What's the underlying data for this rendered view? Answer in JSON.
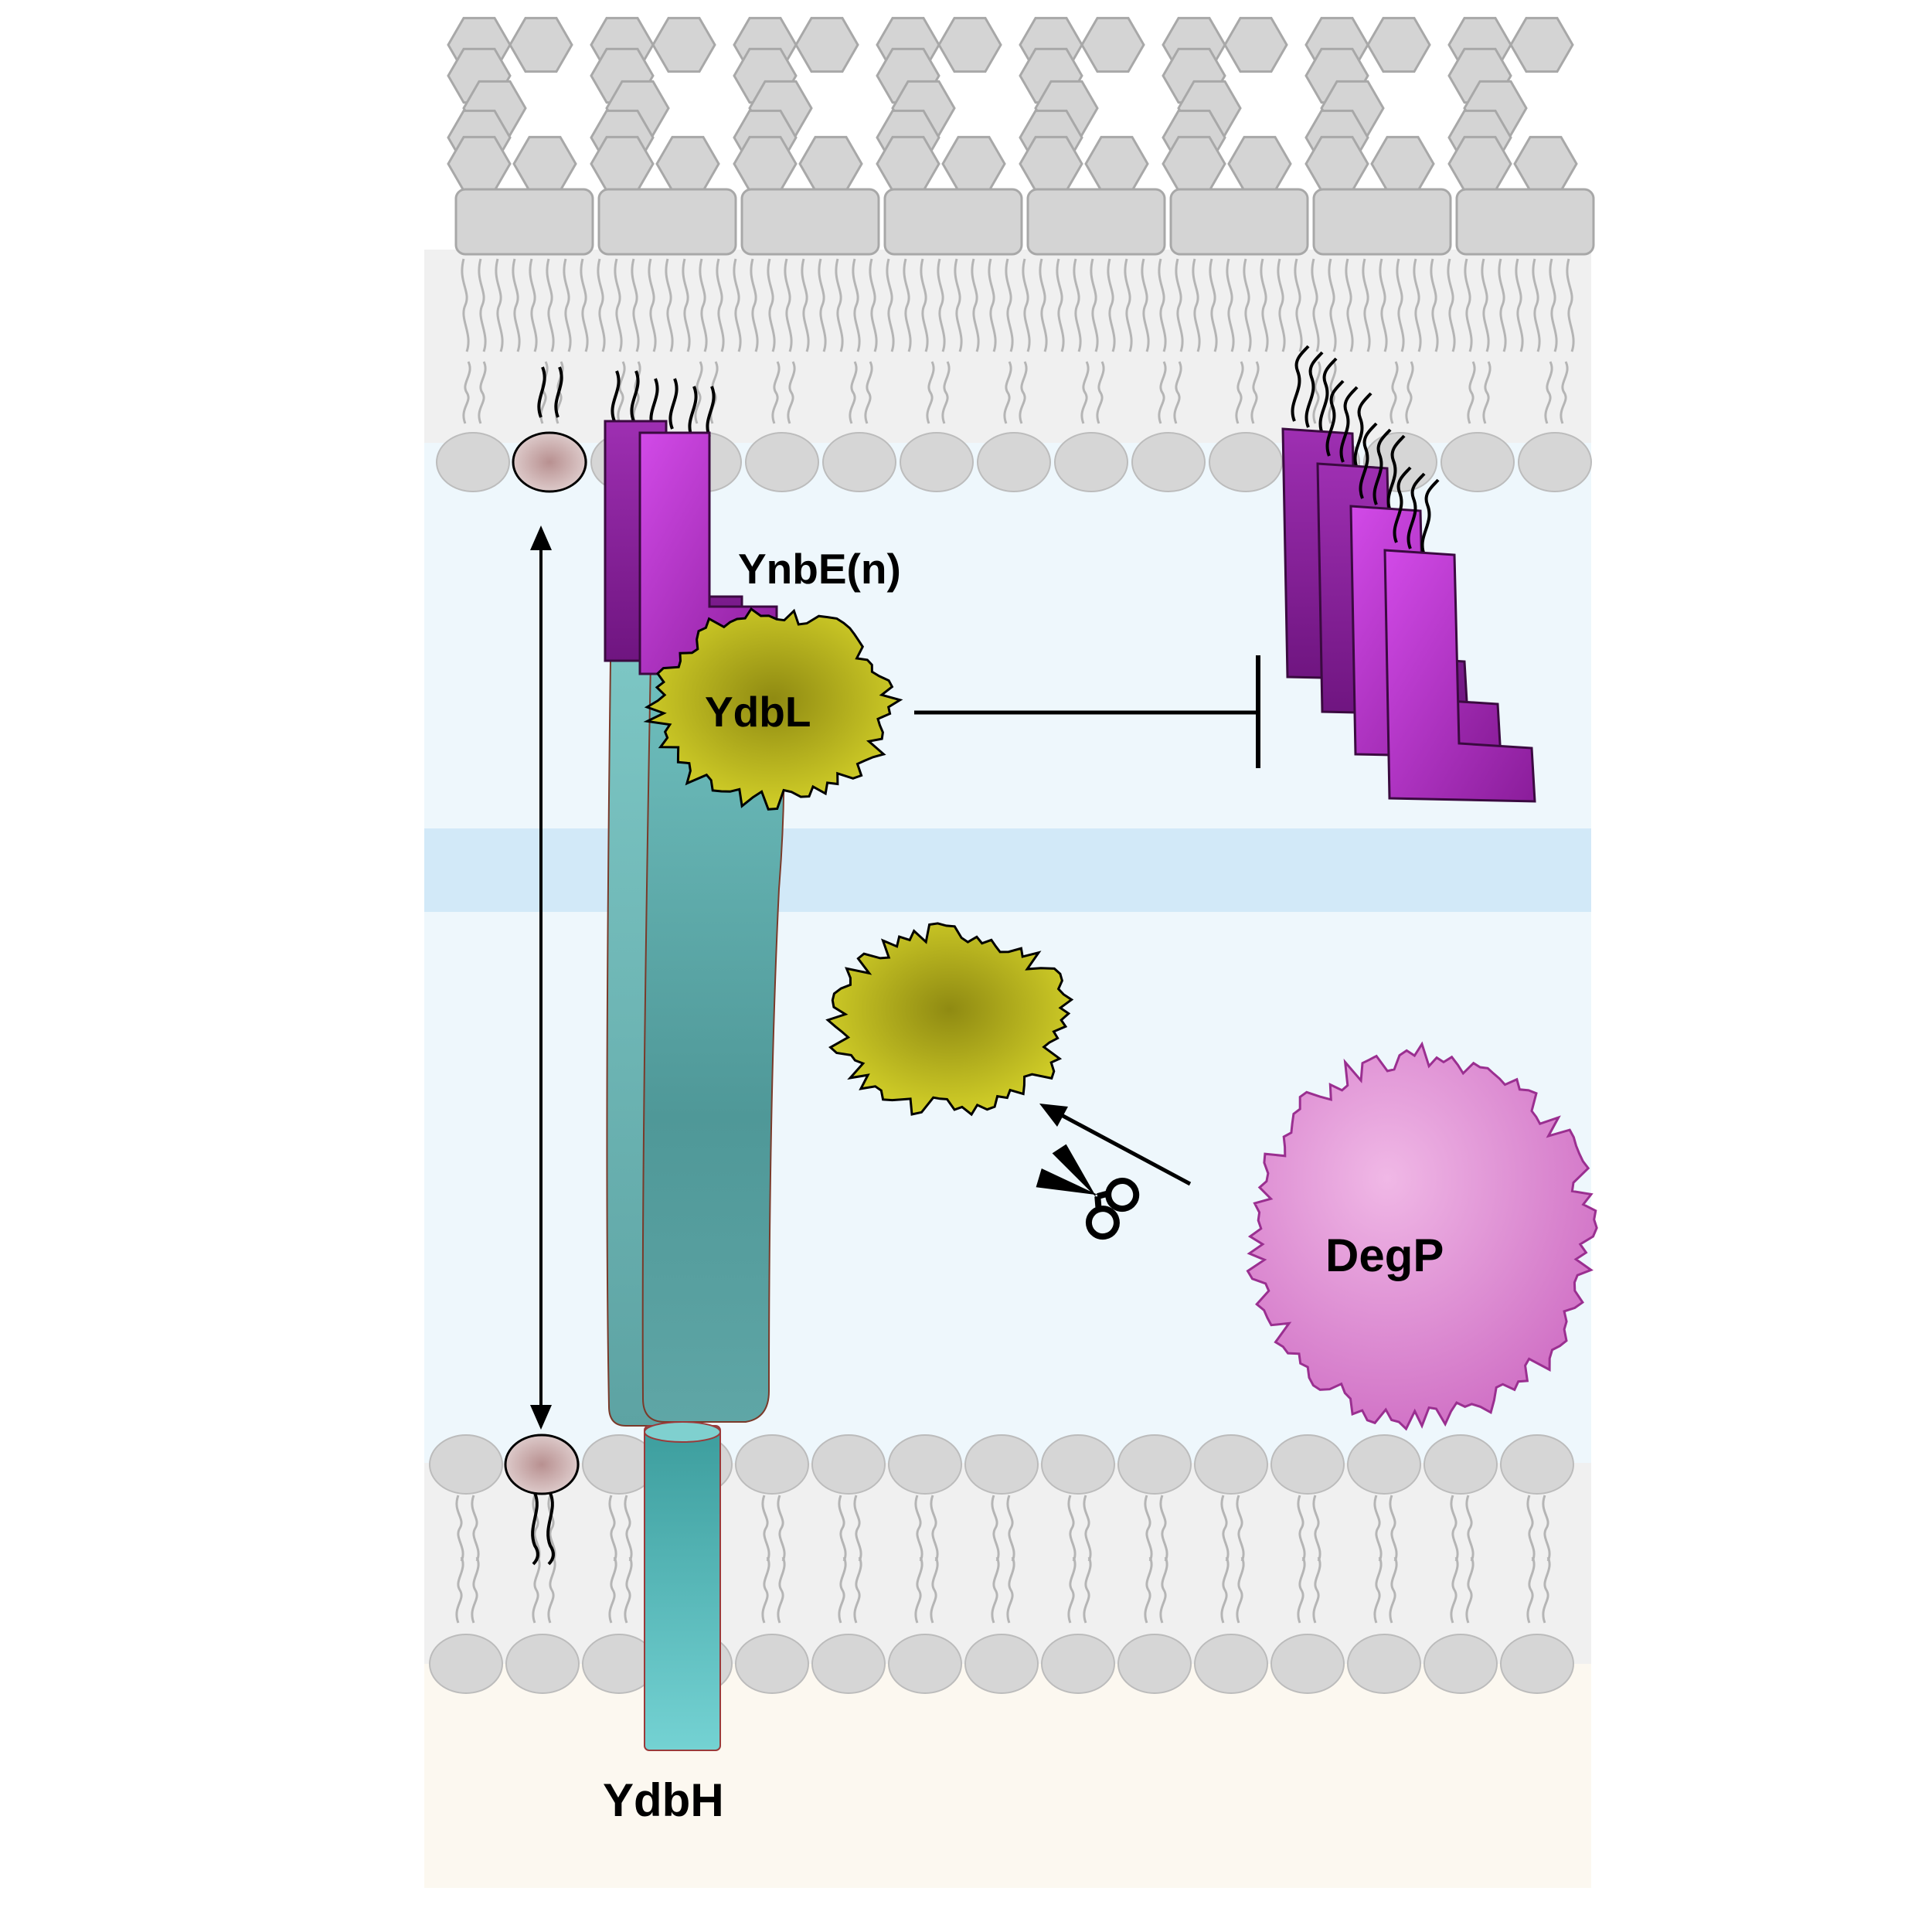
{
  "labels": {
    "ynbe": "YnbE(n)",
    "ydbl": "YdbL",
    "ydbh": "YdbH",
    "degp": "DegP"
  },
  "colors": {
    "lps_fill": "#d4d4d4",
    "lps_stroke": "#a8a8a8",
    "lipid_head_fill": "#d6d6d6",
    "lipid_tail": "#b5b5b5",
    "lipoprotein_head": "#c9aeae",
    "periplasm": "#eef7fc",
    "periplasm_band": "#d2e9f8",
    "outer_membrane_bg": "#f0f0f0",
    "cytoplasm": "#fcf8f0",
    "ynbe_light": "#c73ee0",
    "ynbe_dark": "#8a1d9a",
    "ydbl": "#c8c41e",
    "ydbh": "#5aa8a8",
    "degp": "#e090d8"
  },
  "icons": {
    "scissors": "scissors-icon",
    "inhibition": "inhibition-bar-icon",
    "double_arrow": "double-headed-arrow-icon"
  }
}
